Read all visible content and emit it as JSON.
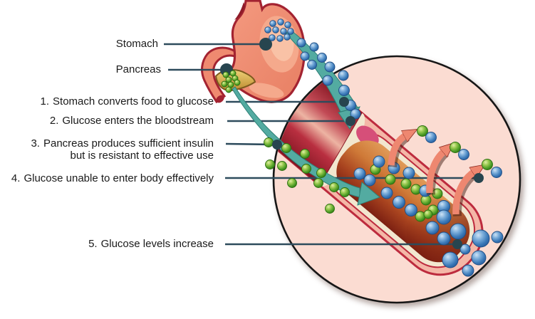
{
  "diagram": {
    "organ_labels": {
      "stomach": "Stomach",
      "pancreas": "Pancreas"
    },
    "steps": [
      {
        "num": "1.",
        "text": "Stomach converts food to glucose"
      },
      {
        "num": "2.",
        "text": "Glucose enters the bloodstream"
      },
      {
        "num": "3.",
        "text": "Pancreas produces sufficient insulin",
        "text2": "but is resistant to effective use"
      },
      {
        "num": "4.",
        "text": "Glucose unable to enter body effectively"
      },
      {
        "num": "5.",
        "text": "Glucose levels increase"
      }
    ],
    "legend": {
      "glucose_dot_color": "#3a79b8",
      "insulin_dot_color": "#4d9d27"
    },
    "colors": {
      "leader_line": "#2d4b5c",
      "flow_arrow_teal": "#53aba1",
      "cell_arrow_salmon": "#ee8770",
      "magnifier_circle_fill": "#fbdcd2",
      "vessel_outline_red": "#bd2b3e",
      "stomach_fill": "#ef8a70",
      "pancreas_fill": "#d9a94e"
    }
  }
}
